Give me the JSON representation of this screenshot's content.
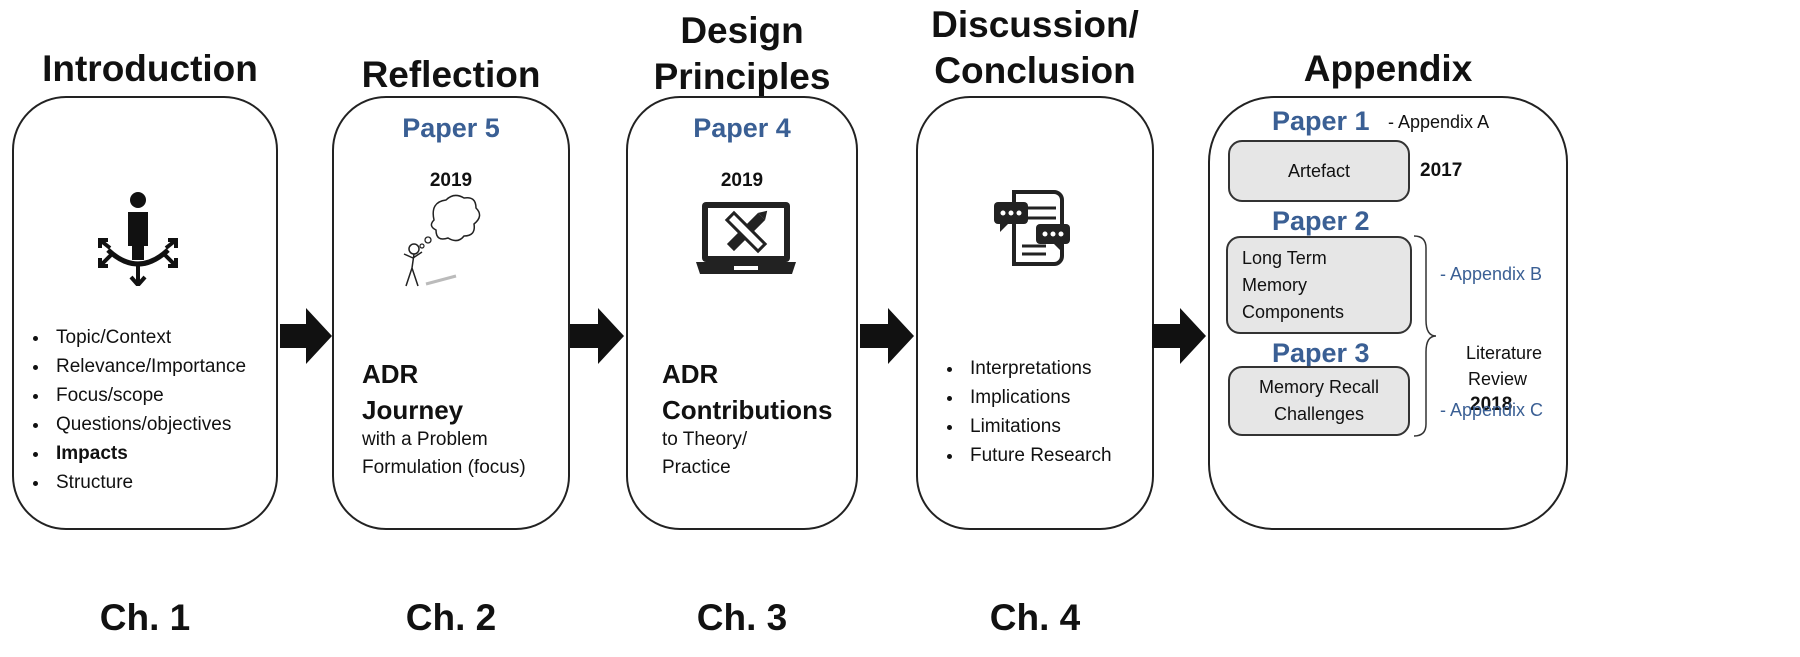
{
  "columns": [
    {
      "title": "Introduction",
      "chapter": "Ch. 1",
      "bullets": [
        "Topic/Context",
        "Relevance/Importance",
        "Focus/scope",
        "Questions/objectives",
        "Impacts",
        "Structure"
      ]
    },
    {
      "title": "Reflection",
      "chapter": "Ch. 2",
      "paper": "Paper 5",
      "year": "2019",
      "heading": [
        "ADR",
        "Journey"
      ],
      "sub": [
        "with a Problem",
        "Formulation (focus)"
      ]
    },
    {
      "title_lines": [
        "Design",
        "Principles"
      ],
      "chapter": "Ch. 3",
      "paper": "Paper 4",
      "year": "2019",
      "heading": [
        "ADR",
        "Contributions"
      ],
      "sub": [
        "to Theory/",
        "Practice"
      ]
    },
    {
      "title_lines": [
        "Discussion/",
        "Conclusion"
      ],
      "chapter": "Ch. 4",
      "bullets": [
        "Interpretations",
        "Implications",
        "Limitations",
        "Future Research"
      ]
    }
  ],
  "appendix": {
    "title": "Appendix",
    "paper1": "Paper 1",
    "paper1_note": "- Appendix A",
    "artefact": "Artefact",
    "year1": "2017",
    "paper2": "Paper 2",
    "box2": [
      "Long Term",
      "Memory",
      "Components"
    ],
    "note_b": "- Appendix B",
    "paper3": "Paper 3",
    "box3": [
      "Memory Recall",
      "Challenges"
    ],
    "note_c": "- Appendix C",
    "lit": [
      "Literature",
      "Review"
    ],
    "year2": "2018"
  },
  "icons": [
    "person-arrows-icon",
    "stick-figure-thought-icon",
    "laptop-design-tools-icon",
    "chat-scroll-icon",
    "right-arrow-icon"
  ],
  "colors": {
    "paper_blue": "#3a5f94",
    "grey_box": "#e6e6e6"
  }
}
